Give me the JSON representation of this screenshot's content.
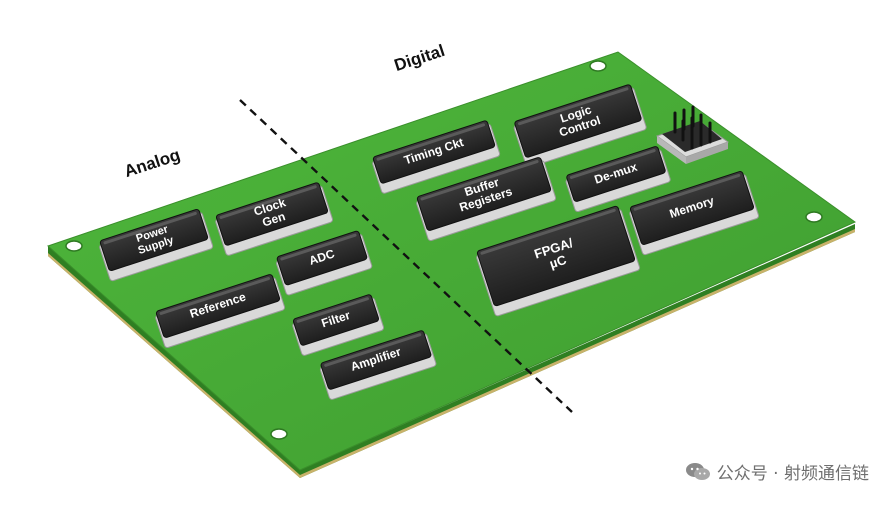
{
  "regions": {
    "analog": "Analog",
    "digital": "Digital"
  },
  "components": {
    "power_supply": [
      "Power",
      "Supply"
    ],
    "clock_gen": [
      "Clock",
      "Gen"
    ],
    "adc": [
      "ADC"
    ],
    "reference": [
      "Reference"
    ],
    "filter": [
      "Filter"
    ],
    "amplifier": [
      "Amplifier"
    ],
    "timing_ckt": [
      "Timing Ckt"
    ],
    "logic_control": [
      "Logic",
      "Control"
    ],
    "buffer_registers": [
      "Buffer",
      "Registers"
    ],
    "de_mux": [
      "De-mux"
    ],
    "memory": [
      "Memory"
    ],
    "fpga": [
      "FPGA/",
      "µC"
    ]
  },
  "watermark": {
    "text": "公众号 · 射频通信链",
    "icon": "wechat-icon"
  },
  "colors": {
    "board_top": "#46a935",
    "board_edge": "#2f7f22",
    "board_bottom_edge": "#c9b26a",
    "chip_body": "#2a2a2a",
    "chip_base": "#dcdcdc",
    "divider": "#111111"
  }
}
